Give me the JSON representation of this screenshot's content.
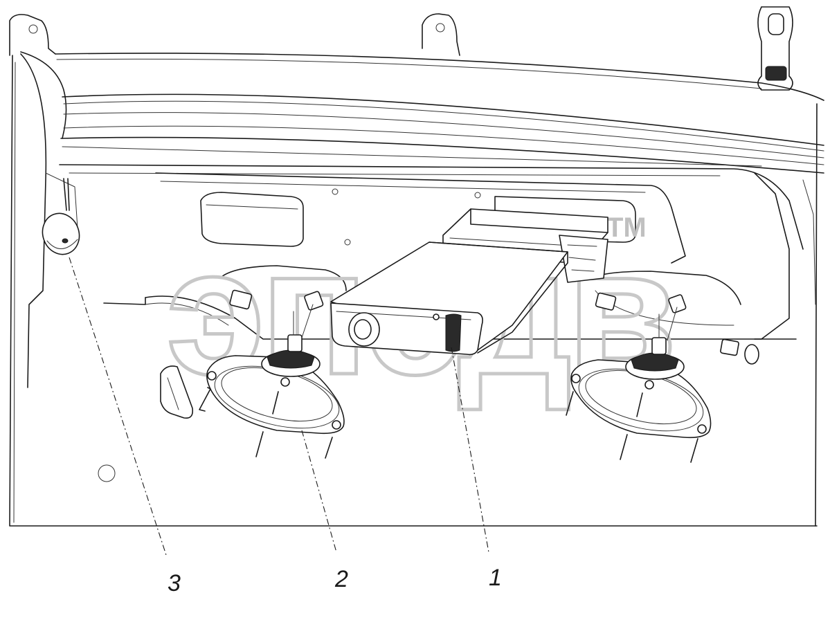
{
  "watermark": {
    "text": "эпсдв",
    "trademark": "TM"
  },
  "callouts": [
    {
      "number": "1",
      "part": "radio-unit"
    },
    {
      "number": "2",
      "part": "loudspeaker"
    },
    {
      "number": "3",
      "part": "microphone"
    }
  ],
  "colors": {
    "line": "#1a1a1a",
    "watermark": "#c8c8c8",
    "background": "#ffffff"
  }
}
